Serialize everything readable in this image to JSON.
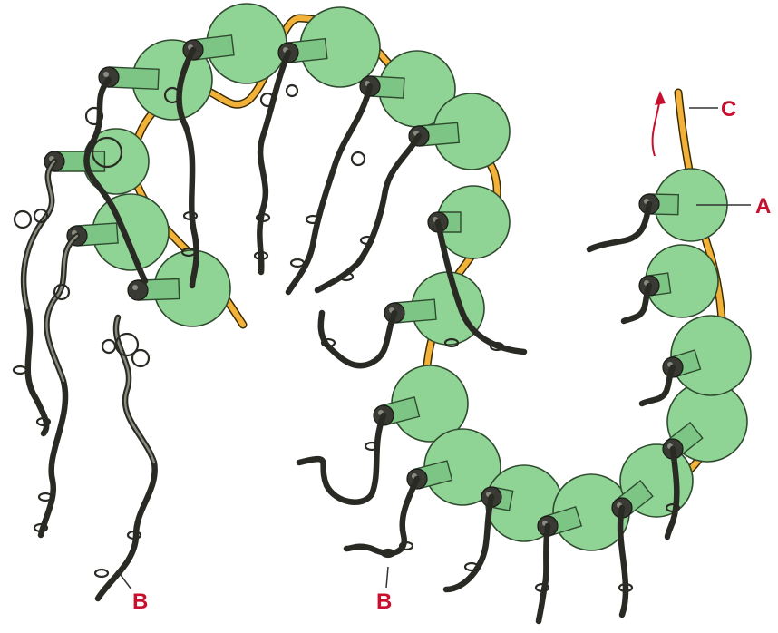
{
  "labels": {
    "a": "A",
    "b_left": "B",
    "b_right": "B",
    "c": "C"
  },
  "colors": {
    "bead_fill": "#8fd494",
    "bead_stroke": "#2f4a2f",
    "backbone": "#f2b23a",
    "strand": "#2a2a24",
    "label": "#c8102e"
  }
}
